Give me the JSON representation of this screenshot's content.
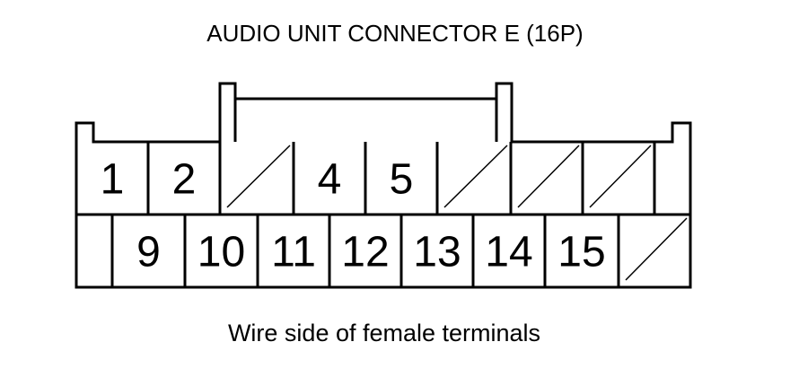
{
  "title": "AUDIO UNIT CONNECTOR E (16P)",
  "caption": "Wire side of female terminals",
  "connector": {
    "top_row": [
      {
        "label": "1",
        "empty": false
      },
      {
        "label": "2",
        "empty": false
      },
      {
        "label": "",
        "empty": true
      },
      {
        "label": "4",
        "empty": false
      },
      {
        "label": "5",
        "empty": false
      },
      {
        "label": "",
        "empty": true
      },
      {
        "label": "",
        "empty": true
      },
      {
        "label": "",
        "empty": true
      },
      {
        "label": "",
        "empty": false
      }
    ],
    "bottom_row": [
      {
        "label": "",
        "empty": false
      },
      {
        "label": "9",
        "empty": false
      },
      {
        "label": "10",
        "empty": false
      },
      {
        "label": "11",
        "empty": false
      },
      {
        "label": "12",
        "empty": false
      },
      {
        "label": "13",
        "empty": false
      },
      {
        "label": "14",
        "empty": false
      },
      {
        "label": "15",
        "empty": false
      },
      {
        "label": "",
        "empty": true
      }
    ]
  },
  "colors": {
    "line": "#000000",
    "background": "#ffffff"
  }
}
